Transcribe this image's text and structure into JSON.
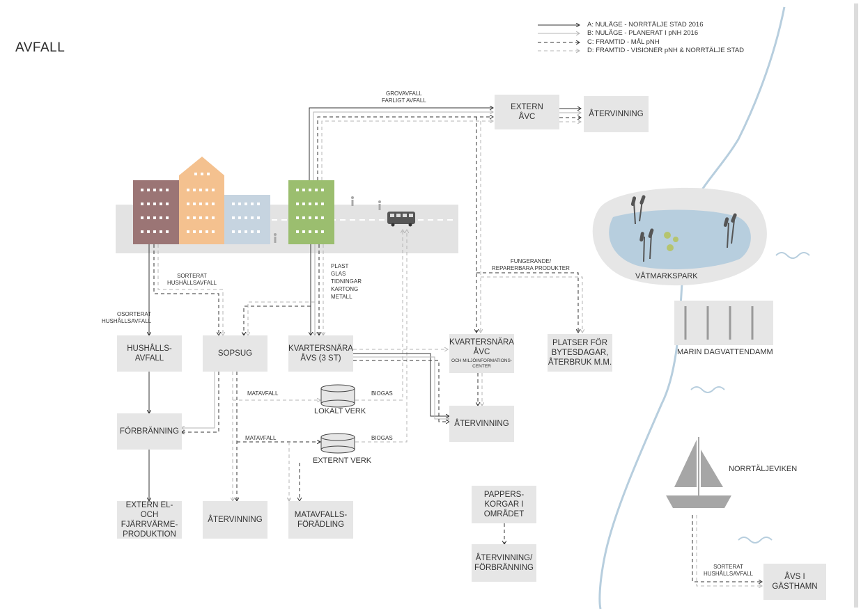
{
  "title": "AVFALL",
  "legend": {
    "a": "A: NULÄGE - NORRTÄLJE STAD 2016",
    "b": "B: NULÄGE - PLANERAT I pNH 2016",
    "c": "C: FRAMTID - MÅL pNH",
    "d": "D: FRAMTID - VISIONER pNH & NORRTÄLJE STAD"
  },
  "nodes": {
    "extern_avc": [
      "EXTERN",
      "ÅVC"
    ],
    "atervinning_top": "ÅTERVINNING",
    "hushallsavfall": [
      "HUSHÅLLS-",
      "AVFALL"
    ],
    "sopsug": "SOPSUG",
    "kvartersnara_avs": [
      "KVARTERSNÄRA",
      "ÅVS (3 ST)"
    ],
    "kvartersnara_avc": [
      "KVARTERSNÄRA",
      "ÅVC"
    ],
    "kvartersnara_avc_sub": [
      "OCH MILJÖINFORMATIONS-",
      "CENTER"
    ],
    "platser": [
      "PLATSER FÖR",
      "BYTESDAGAR,",
      "ÅTERBRUK M.M."
    ],
    "forbranning": "FÖRBRÄNNING",
    "atervinning_mid": "ÅTERVINNING",
    "extern_el": [
      "EXTERN EL- OCH",
      "FJÄRRVÄRME-",
      "PRODUKTION"
    ],
    "atervinning_bottom": "ÅTERVINNING",
    "matavfallsforadling": [
      "MATAVFALLS-",
      "FÖRÄDLING"
    ],
    "papperskorgar": [
      "PAPPERS-",
      "KORGAR I",
      "OMRÅDET"
    ],
    "atervinning_forbranning": [
      "ÅTERVINNING/",
      "FÖRBRÄNNING"
    ],
    "avs_gasthamn": [
      "ÅVS I",
      "GÄSTHAMN"
    ]
  },
  "labels": {
    "grovavfall": [
      "GROVAVFALL",
      "FARLIGT AVFALL"
    ],
    "sorterat": [
      "SORTERAT",
      "HUSHÅLLSAVFALL"
    ],
    "osorterat": [
      "OSORTERAT",
      "HUSHÅLLSAVFALL"
    ],
    "plast": [
      "PLAST",
      "GLAS",
      "TIDNINGAR",
      "KARTONG",
      "METALL"
    ],
    "fungerande": [
      "FUNGERANDE/",
      "REPARERBARA PRODUKTER"
    ],
    "matavfall_1": "MATAVFALL",
    "matavfall_2": "MATAVFALL",
    "biogas_1": "BIOGAS",
    "biogas_2": "BIOGAS",
    "lokalt_verk": "LOKALT VERK",
    "externt_verk": "EXTERNT VERK",
    "sorterat_hamn": [
      "SORTERAT",
      "HUSHÅLLSAVFALL"
    ]
  },
  "map": {
    "vatmarkspark": "VÅTMARKSPARK",
    "marin": "MARIN DAGVATTENDAMM",
    "norrtaljeviken": "NORRTÄLJEVIKEN"
  },
  "colors": {
    "line_dark": "#333333",
    "line_light": "#b5b5b5",
    "box": "#e6e6e6",
    "water": "#b7cede",
    "brown_building": "#9b7575",
    "orange_building": "#f4c18f",
    "blue_building": "#c6d4e0",
    "green_building": "#9bbe6f",
    "street": "#e3e3e3",
    "boat": "#a6a6a6"
  }
}
